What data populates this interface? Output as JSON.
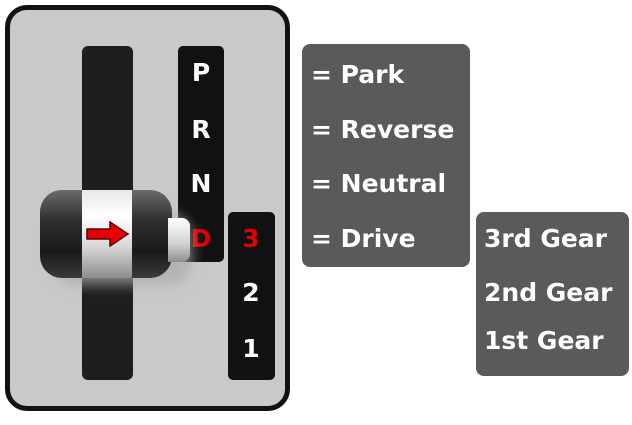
{
  "selector": {
    "gates_main": [
      {
        "letter": "P",
        "color": "#ffffff"
      },
      {
        "letter": "R",
        "color": "#ffffff"
      },
      {
        "letter": "N",
        "color": "#ffffff"
      },
      {
        "letter": "D",
        "color": "#e30000"
      }
    ],
    "gates_sub": [
      {
        "letter": "3",
        "color": "#e30000"
      },
      {
        "letter": "2",
        "color": "#ffffff"
      },
      {
        "letter": "1",
        "color": "#ffffff"
      }
    ],
    "selected_gear": "D",
    "arrow_color": "#e30000"
  },
  "legend": {
    "main": [
      "= Park",
      "= Reverse",
      "= Neutral",
      "= Drive"
    ],
    "sub": [
      "3rd Gear",
      "2nd Gear",
      "1st Gear"
    ]
  }
}
